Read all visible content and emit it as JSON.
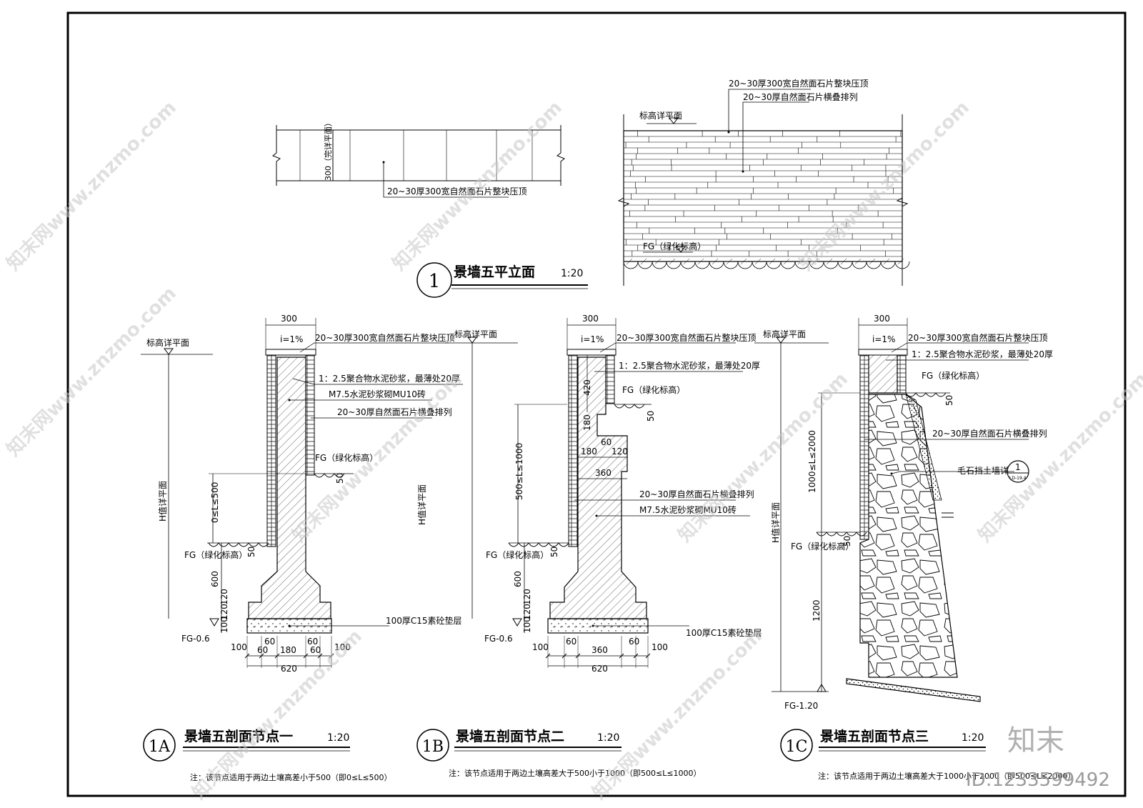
{
  "plan": {
    "dim_300": "300",
    "dim_vertical": "300（完详平面）",
    "cap_label": "20~30厚300宽自然面石片整块压顶"
  },
  "elevation": {
    "cap_label": "20~30厚300宽自然面石片整块压顶",
    "stone_label": "20~30厚自然面石片横叠排列",
    "top_datum": "标高详平面",
    "fg_label": "FG（绿化标高）"
  },
  "title1": {
    "num": "1",
    "text": "景墙五平立面",
    "scale": "1:20"
  },
  "sec1a": {
    "top_datum": "标高详平面",
    "dim_300": "300",
    "slope": "i=1%",
    "cap_label": "20~30厚300宽自然面石片整块压顶",
    "mortar_label": "1：2.5聚合物水泥砂浆，最薄处20厚",
    "brick_label": "M7.5水泥砂浆砌MU10砖",
    "stone_label": "20~30厚自然面石片横叠排列",
    "fg_upper": "FG（绿化标高）",
    "dim_50a": "50",
    "dim_range": "0≤L≤500",
    "dim_50b": "50",
    "fg_lower": "FG（绿化标高）",
    "h_label": "H值详平面",
    "dim_600": "600",
    "dim_120a": "120",
    "dim_120b": "120",
    "dim_100": "100",
    "fg_base": "FG-0.6",
    "bedding": "100厚C15素砼垫层",
    "bottom_dims": [
      "100",
      "60",
      "180",
      "60",
      "100"
    ],
    "sub60a": "60",
    "sub60b": "60",
    "total": "620"
  },
  "sec1b": {
    "top_datum": "标高详平面",
    "dim_300": "300",
    "slope": "i=1%",
    "cap_label": "20~30厚300宽自然面石片整块压顶",
    "mortar_label": "1：2.5聚合物水泥砂浆，最薄处20厚",
    "dim_420": "420",
    "fg_upper": "FG（绿化标高）",
    "dim_50a": "50",
    "dim_180v": "180",
    "dim_60": "60",
    "dim_180h": "180",
    "dim_120h": "120",
    "dim_360": "360",
    "dim_range": "500≤L≤1000",
    "stone_label": "20~30厚自然面石片横叠排列",
    "brick_label": "M7.5水泥砂浆砌MU10砖",
    "dim_50b": "50",
    "fg_lower": "FG（绿化标高）",
    "h_label": "H值详平面",
    "dim_600": "600",
    "dim_120a": "120",
    "dim_120b": "120",
    "dim_100": "100",
    "fg_base": "FG-0.6",
    "bedding": "100厚C15素砼垫层",
    "bottom_dims": [
      "100",
      "60",
      "360",
      "60",
      "100"
    ],
    "total": "620"
  },
  "sec1c": {
    "top_datum": "标高详平面",
    "dim_300": "300",
    "slope": "i=1%",
    "cap_label": "20~30厚300宽自然面石片整块压顶",
    "mortar_label": "1：2.5聚合物水泥砂浆，最薄处20厚",
    "fg_upper": "FG（绿化标高）",
    "dim_50a": "50",
    "stone_label": "20~30厚自然面石片横叠排列",
    "dim_range": "1000≤L≤2000",
    "retaining_label": "毛石挡土墙详",
    "ref_num": "1",
    "ref_sheet": "LD-19.4",
    "h_label": "H值详平面",
    "dim_50b": "50",
    "fg_lower": "FG（绿化标高）",
    "dim_1200": "1200",
    "fg_base": "FG-1.20"
  },
  "title1a": {
    "num": "1A",
    "text": "景墙五剖面节点一",
    "scale": "1:20",
    "note": "注：该节点适用于两边土壤高差小于500（即0≤L≤500）"
  },
  "title1b": {
    "num": "1B",
    "text": "景墙五剖面节点二",
    "scale": "1:20",
    "note": "注：该节点适用于两边土壤高差大于500小于1000（即500≤L≤1000）"
  },
  "title1c": {
    "num": "1C",
    "text": "景墙五剖面节点三",
    "scale": "1:20",
    "note": "注：该节点适用于两边土壤高差大于1000小于2000（即500≤L≤2000）"
  },
  "watermark": {
    "text": "知末网www.znzmo.com",
    "logo": "知末",
    "id": "ID:1233599492"
  }
}
